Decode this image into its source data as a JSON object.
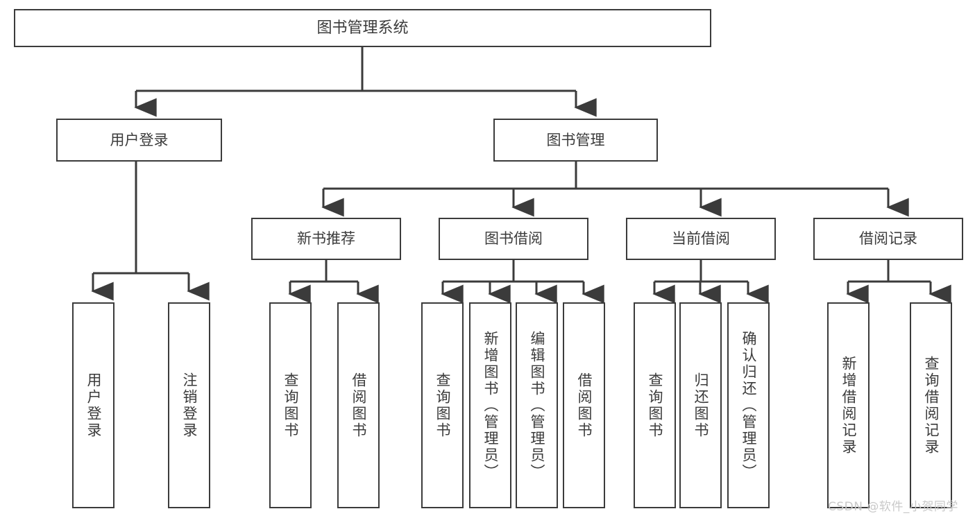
{
  "diagram": {
    "type": "tree-hierarchy-chart",
    "title": "图书管理系统",
    "colors": {
      "box_border": "#3b3b3b",
      "box_fill": "#ffffff",
      "connector": "#3b3b3b",
      "text": "#3b3b3b",
      "watermark": "#c9c9c9",
      "background": "#ffffff"
    },
    "root": {
      "label": "图书管理系统"
    },
    "level1": [
      {
        "label": "用户登录"
      },
      {
        "label": "图书管理"
      }
    ],
    "level2": [
      {
        "label": "新书推荐"
      },
      {
        "label": "图书借阅"
      },
      {
        "label": "当前借阅"
      },
      {
        "label": "借阅记录"
      }
    ],
    "leaves": {
      "user_login": [
        {
          "label": "用户登录"
        },
        {
          "label": "注销登录"
        }
      ],
      "new_book_recommend": [
        {
          "label": "查询图书"
        },
        {
          "label": "借阅图书"
        }
      ],
      "book_borrow": [
        {
          "label": "查询图书"
        },
        {
          "label": "新增图书（管理员）"
        },
        {
          "label": "编辑图书（管理员）"
        },
        {
          "label": "借阅图书"
        }
      ],
      "current_borrow": [
        {
          "label": "查询图书"
        },
        {
          "label": "归还图书"
        },
        {
          "label": "确认归还（管理员）"
        }
      ],
      "borrow_record": [
        {
          "label": "新增借阅记录"
        },
        {
          "label": "查询借阅记录"
        }
      ]
    }
  },
  "watermark": {
    "text": "CSDN @软件_小贺同学"
  }
}
